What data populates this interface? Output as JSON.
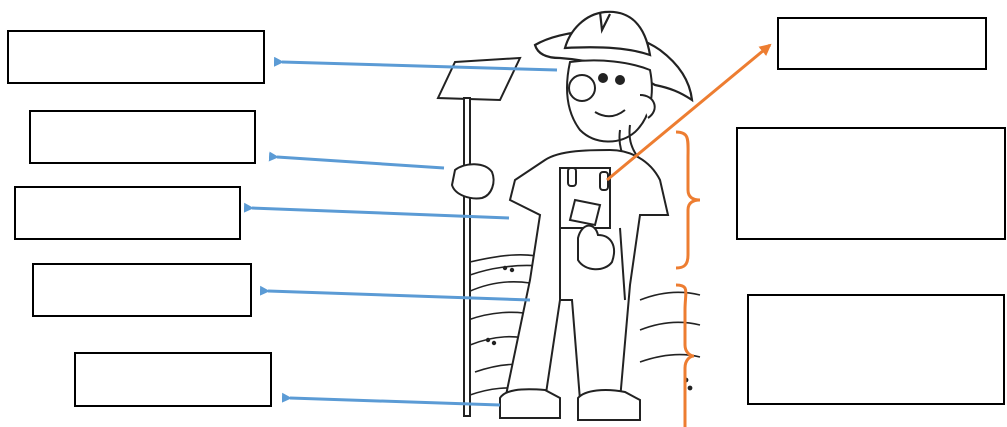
{
  "worksheet": {
    "left_boxes": [
      {
        "id": "hat-label",
        "text": ""
      },
      {
        "id": "hand-label",
        "text": ""
      },
      {
        "id": "sleeve-label",
        "text": ""
      },
      {
        "id": "leg-label",
        "text": ""
      },
      {
        "id": "boot-label",
        "text": ""
      }
    ],
    "right_boxes": [
      {
        "id": "strap-label",
        "text": ""
      },
      {
        "id": "upper-body-label",
        "text": ""
      },
      {
        "id": "lower-body-label",
        "text": ""
      }
    ]
  },
  "colors": {
    "blue_arrow": "#5b9bd5",
    "orange_arrow": "#ed7d31",
    "box_border": "#000000",
    "drawing_ink": "#222222"
  }
}
